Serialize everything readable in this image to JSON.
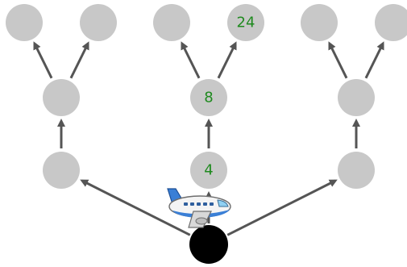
{
  "game": {
    "colors": {
      "node_fill": "#c8c8c8",
      "start_node_fill": "#000000",
      "arrow": "#555555",
      "number_text": "#1e8a1e"
    },
    "nodes": [
      {
        "id": "start",
        "label": "",
        "type": "start"
      },
      {
        "id": "l1-left",
        "label": "",
        "type": "node"
      },
      {
        "id": "l1-mid",
        "label": "4",
        "type": "node"
      },
      {
        "id": "l1-right",
        "label": "",
        "type": "node"
      },
      {
        "id": "l2-left",
        "label": "",
        "type": "node"
      },
      {
        "id": "l2-mid",
        "label": "8",
        "type": "node"
      },
      {
        "id": "l2-right",
        "label": "",
        "type": "node"
      },
      {
        "id": "l3-left-a",
        "label": "",
        "type": "node"
      },
      {
        "id": "l3-left-b",
        "label": "",
        "type": "node"
      },
      {
        "id": "l3-mid-a",
        "label": "",
        "type": "node"
      },
      {
        "id": "l3-mid-b",
        "label": "24",
        "type": "node"
      },
      {
        "id": "l3-right-a",
        "label": "",
        "type": "node"
      },
      {
        "id": "l3-right-b",
        "label": "",
        "type": "node"
      }
    ],
    "edges": [
      [
        "start",
        "l1-left"
      ],
      [
        "start",
        "l1-mid"
      ],
      [
        "start",
        "l1-right"
      ],
      [
        "l1-left",
        "l2-left"
      ],
      [
        "l1-mid",
        "l2-mid"
      ],
      [
        "l1-right",
        "l2-right"
      ],
      [
        "l2-left",
        "l3-left-a"
      ],
      [
        "l2-left",
        "l3-left-b"
      ],
      [
        "l2-mid",
        "l3-mid-a"
      ],
      [
        "l2-mid",
        "l3-mid-b"
      ],
      [
        "l2-right",
        "l3-right-a"
      ],
      [
        "l2-right",
        "l3-right-b"
      ]
    ],
    "player": {
      "icon": "airplane-icon",
      "at": "start"
    }
  }
}
